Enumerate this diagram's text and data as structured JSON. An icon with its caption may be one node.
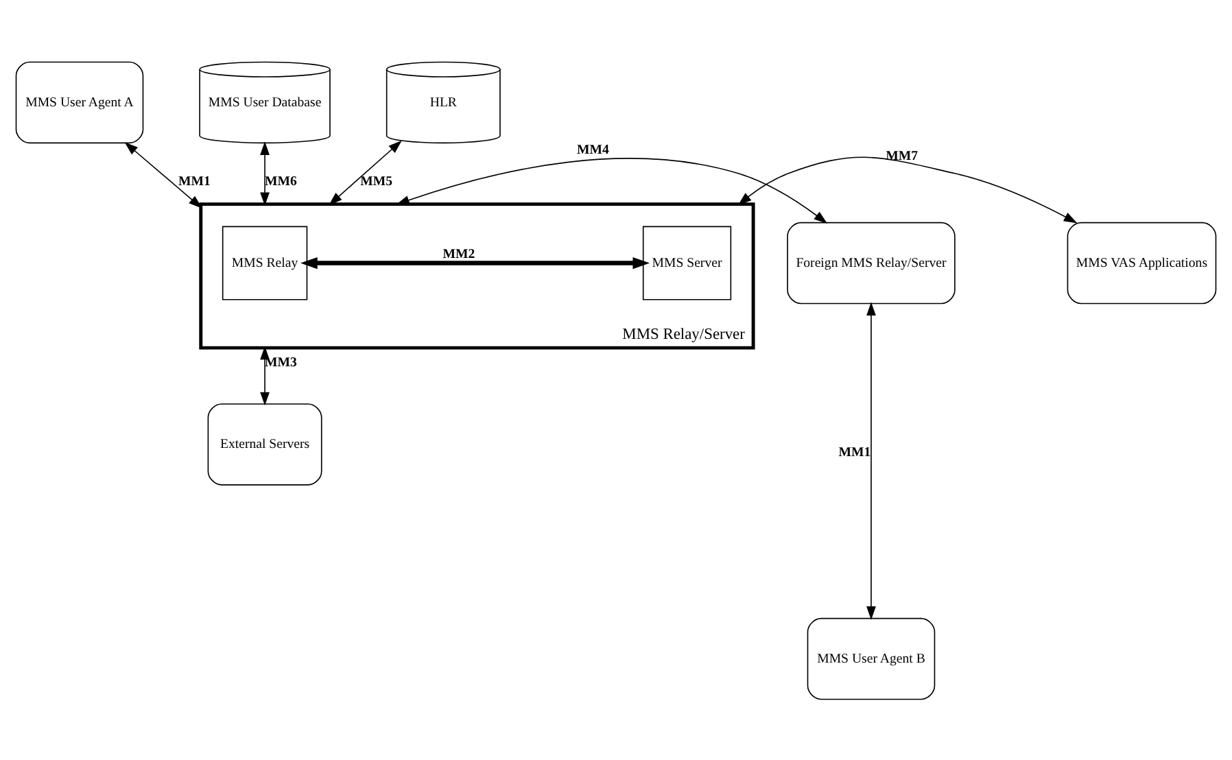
{
  "diagram": {
    "nodes": [
      {
        "text": [
          "MMS User Agent A"
        ]
      },
      {
        "text": [
          "MMS User Database"
        ]
      },
      {
        "text": [
          "HLR"
        ]
      },
      {
        "text": [
          "Foreign MMS Relay/Server"
        ]
      },
      {
        "text": [
          "MMS Relay/Server"
        ]
      },
      {
        "text": [
          "MMS Relay"
        ],
        "in": 4
      },
      {
        "text": [
          "MMS Server"
        ],
        "in": 4
      },
      {
        "text": [
          "MMS VAS Applications"
        ]
      },
      {
        "text": [
          "MMS User Agent B"
        ]
      },
      {
        "text": [
          "External Servers"
        ]
      }
    ],
    "edges": [
      {
        "from": 0,
        "to": 4,
        "arrow": "both",
        "label": "MM1"
      },
      {
        "from": 1,
        "to": 4,
        "arrow": "both",
        "label": "MM6"
      },
      {
        "from": 2,
        "to": 4,
        "arrow": "both",
        "label": "MM5"
      },
      {
        "from": 3,
        "to": 4,
        "arrow": "both",
        "label": "MM4"
      },
      {
        "from": 5,
        "to": 6,
        "arrow": "both",
        "label": "MM2",
        "style": "thick"
      },
      {
        "from": 4,
        "to": 7,
        "arrow": "both",
        "label": "MM7"
      },
      {
        "from": 4,
        "to": 9,
        "arrow": "both",
        "label": "MM3"
      },
      {
        "from": 3,
        "to": 8,
        "arrow": "both",
        "label": "MM1"
      }
    ]
  }
}
